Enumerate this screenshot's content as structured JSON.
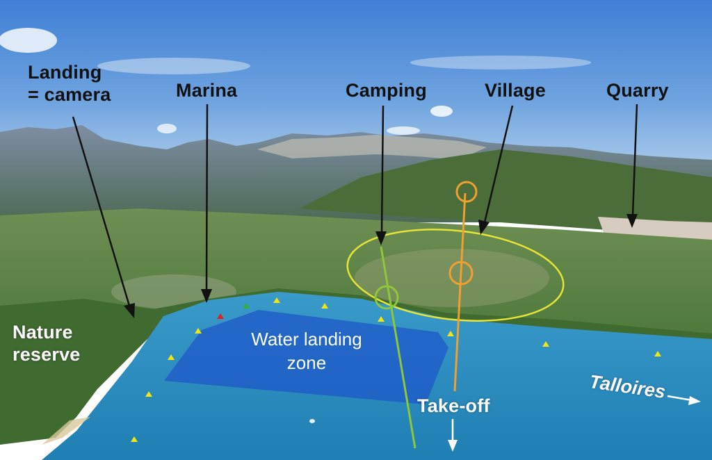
{
  "labels": {
    "landing_line1": "Landing",
    "landing_line2": "= camera",
    "marina": "Marina",
    "camping": "Camping",
    "village": "Village",
    "quarry": "Quarry",
    "nature_line1": "Nature",
    "nature_line2": "reserve",
    "water_line1": "Water landing",
    "water_line2": "zone",
    "talloires": "Talloires",
    "takeoff": "Take-off"
  },
  "colors": {
    "sky_top": "#3d7fd6",
    "sky_bottom": "#9cc4ea",
    "lake": "#2a8fc2",
    "water_zone": "#1e58c8",
    "yellow_marker": "#f2e415",
    "orange_marker": "#f0a030",
    "green_marker": "#8ec73a",
    "ellipse": "#e6e437"
  }
}
